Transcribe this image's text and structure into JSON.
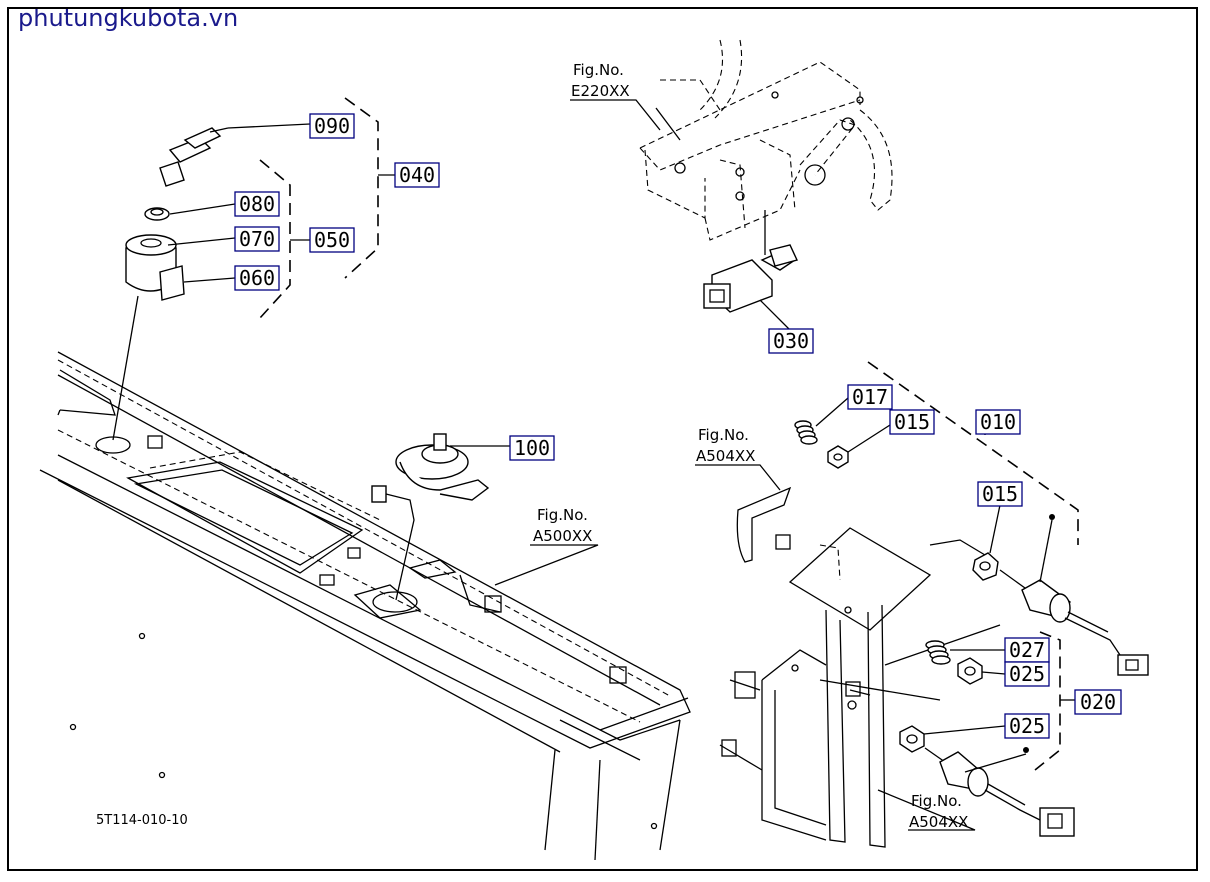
{
  "watermark": "phutungkubota.vn",
  "diagram_code": "5T114-010-10",
  "callouts": {
    "c090": "090",
    "c040": "040",
    "c080": "080",
    "c070": "070",
    "c050": "050",
    "c060": "060",
    "c030": "030",
    "c100": "100",
    "c017": "017",
    "c015a": "015",
    "c010": "010",
    "c015b": "015",
    "c027": "027",
    "c025a": "025",
    "c020": "020",
    "c025b": "025"
  },
  "figure_refs": {
    "e220_label": "Fig.No.",
    "e220_code": "E220XX",
    "a504a_label": "Fig.No.",
    "a504a_code": "A504XX",
    "a500_label": "Fig.No.",
    "a500_code": "A500XX",
    "a504b_label": "Fig.No.",
    "a504b_code": "A504XX"
  }
}
